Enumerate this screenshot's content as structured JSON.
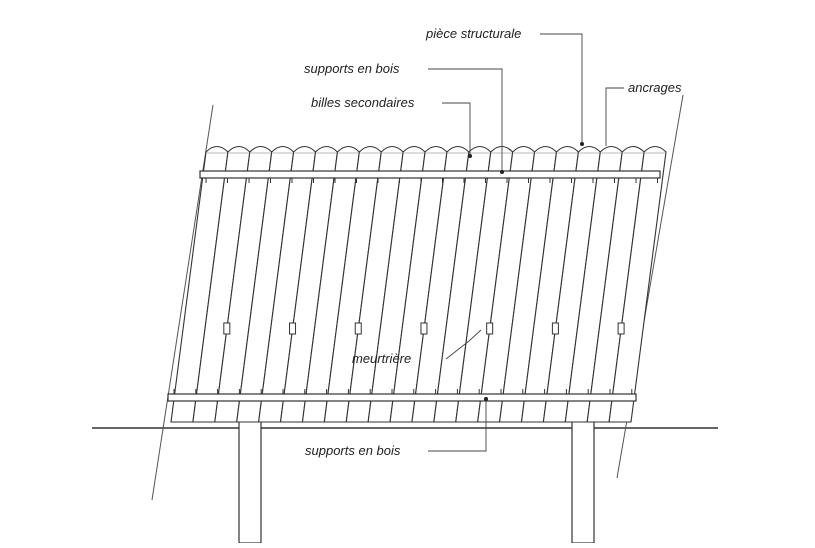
{
  "diagram": {
    "labels": {
      "piece_structurale": "pièce structurale",
      "supports_top": "supports en bois",
      "billes_secondaires": "billes secondaires",
      "ancrages": "ancrages",
      "meurtriere": "meurtrière",
      "supports_bottom": "supports en bois"
    },
    "colors": {
      "stroke": "#333333",
      "fill": "#ffffff",
      "background": "#ffffff"
    }
  }
}
